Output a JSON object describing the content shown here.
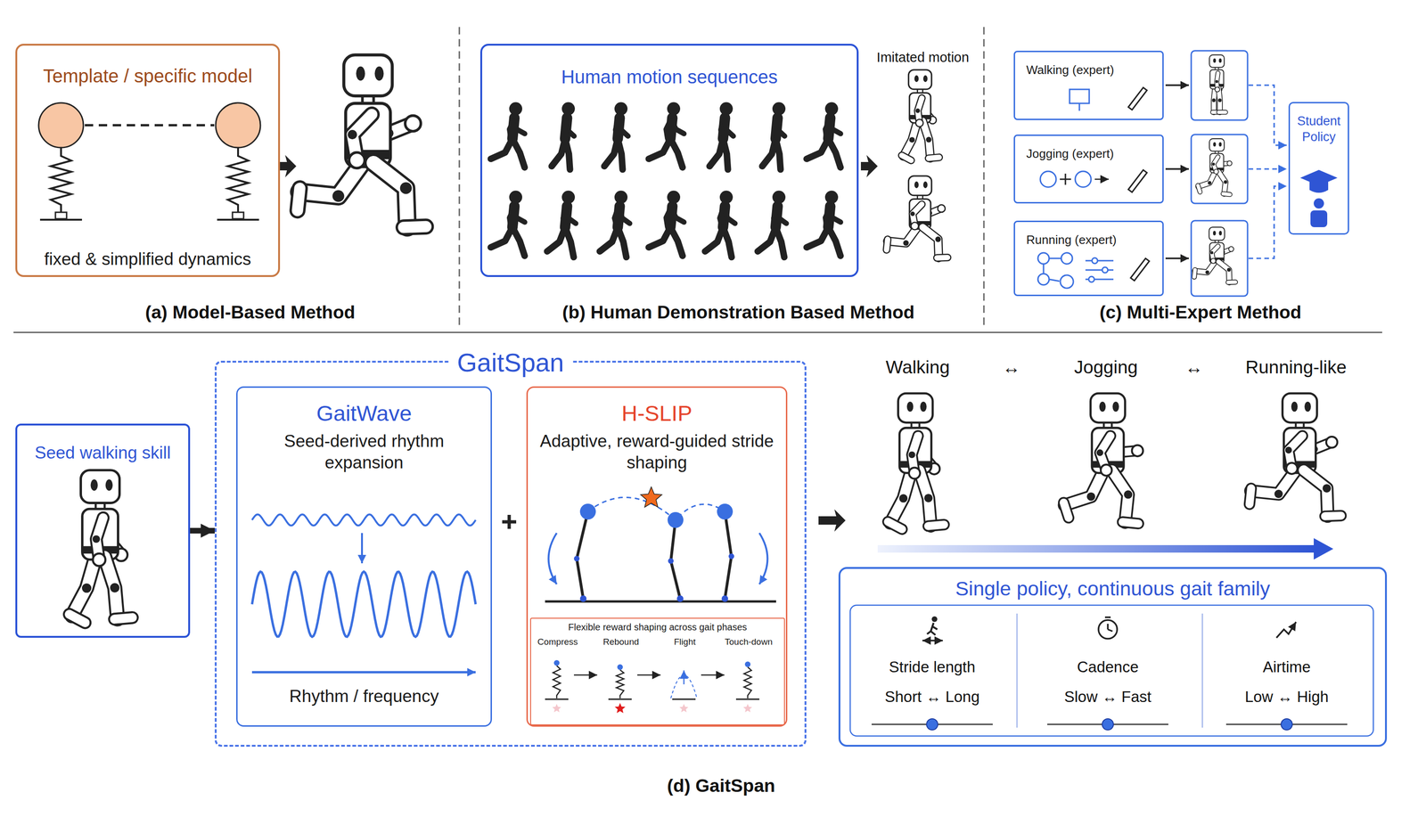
{
  "diagram": {
    "nodes": [
      {
        "text": [
          "Template / specific model",
          "fixed & simplified dynamics"
        ]
      },
      {
        "text": [
          "Human motion sequences"
        ]
      },
      {
        "text": [
          "Walking (expert)"
        ]
      },
      {
        "text": [
          "Jogging (expert)"
        ]
      },
      {
        "text": [
          "Running (expert)"
        ]
      },
      {
        "text": [
          "Student Policy"
        ]
      },
      {
        "text": [
          "Seed walking skill"
        ]
      },
      {
        "text": [
          "GaitSpan"
        ]
      },
      {
        "text": [
          "GaitWave",
          "Seed-derived rhythm expansion",
          "Rhythm / frequency"
        ],
        "in": 7
      },
      {
        "text": [
          "H-SLIP",
          "Adaptive, reward-guided stride shaping"
        ],
        "in": 7
      },
      {
        "text": [
          "Flexible reward shaping across gait phases",
          "Compress",
          "Rebound",
          "Flight",
          "Touch-down"
        ],
        "in": 9
      },
      {
        "text": [
          "Single policy, continuous gait family"
        ]
      }
    ],
    "edges": [
      {
        "from": 6,
        "to": 7,
        "arrow": "to"
      }
    ],
    "labels": [
      "(a) Model-Based Method",
      "Imitated motion",
      "(b) Human Demonstration Based Method",
      "(c) Multi-Expert Method",
      "Walking",
      "↔",
      "Jogging",
      "↔",
      "Running-like",
      "Stride length",
      "Short ↔ Long",
      "Cadence",
      "Slow ↔ Fast",
      "Airtime",
      "Low ↔ High",
      "(d) GaitSpan"
    ]
  }
}
